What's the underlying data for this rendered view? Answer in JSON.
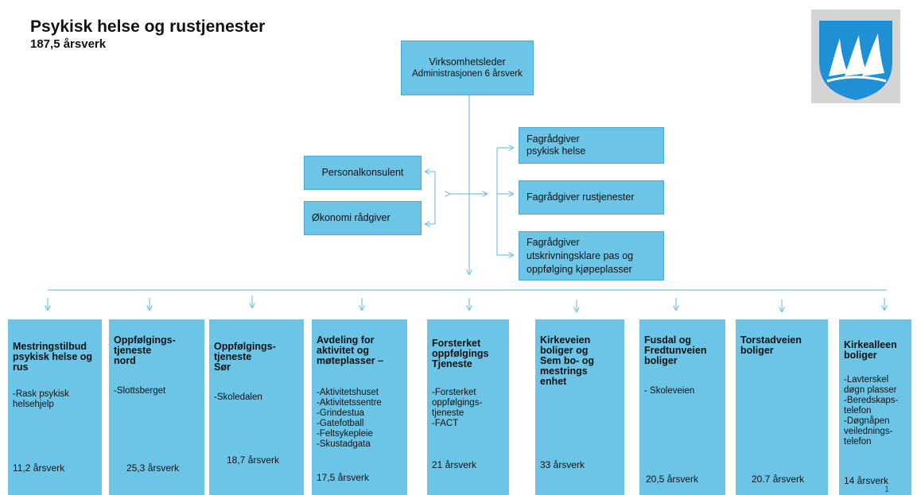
{
  "header": {
    "title": "Psykisk helse og rustjenester",
    "subtitle": "187,5 årsverk"
  },
  "leader": {
    "line1": "Virksomhetsleder",
    "line2": "Administrasjonen 6 årsverk"
  },
  "staff_left": [
    {
      "label": "Personalkonsulent"
    },
    {
      "label": "Økonomi rådgiver"
    }
  ],
  "staff_right": [
    {
      "label": "Fagrådgiver\npsykisk helse"
    },
    {
      "label": "Fagrådgiver rustjenester"
    },
    {
      "label": "Fagrådgiver\nutskrivningsklare pas og\noppfølging kjøpeplasser"
    }
  ],
  "units": [
    {
      "name": "Mestringstilbud\npsykisk helse og\nrus",
      "desc": "-Rask psykisk\nhelsehjelp",
      "fte": "11,2 årsverk"
    },
    {
      "name": "Oppfølgings-\ntjeneste\nnord",
      "desc": "-Slottsberget",
      "fte": "25,3 årsverk"
    },
    {
      "name": "Oppfølgings-\ntjeneste\nSør",
      "desc": "-Skoledalen",
      "fte": "18,7 årsverk"
    },
    {
      "name": "Avdeling for\naktivitet og\nmøteplasser –",
      "desc": "-Aktivitetshuset\n-Aktivitetssentre\n-Grindestua\n-Gatefotball\n-Feltsykepleie\n-Skustadgata",
      "fte": "17,5 årsverk"
    },
    {
      "name": "Forsterket\noppfølgings\nTjeneste",
      "desc": "-Forsterket\noppfølgings-\ntjeneste\n-FACT",
      "fte": "21 årsverk"
    },
    {
      "name": "Kirkeveien\nboliger og\nSem bo- og\nmestrings\nenhet",
      "desc": "",
      "fte": "33 årsverk"
    },
    {
      "name": "Fusdal og\nFredtunveien\nboliger",
      "desc": "-    Skoleveien",
      "fte": "20,5 årsverk"
    },
    {
      "name": "Torstadveien\nboliger",
      "desc": "",
      "fte": "20.7 årsverk"
    },
    {
      "name": "Kirkealleen\nboliger",
      "desc": "-Lavterskel\ndøgn plasser\n-Beredskaps-\ntelefon\n-Døgnåpen\nveilednings-\ntelefon",
      "fte": "14 årsverk"
    }
  ],
  "page_number": "1",
  "colors": {
    "box_fill": "#6cc4e6",
    "line": "#7ec3e0",
    "logo_blue": "#1f8fd6"
  },
  "logo": {
    "icon": "sails-coat-of-arms"
  }
}
